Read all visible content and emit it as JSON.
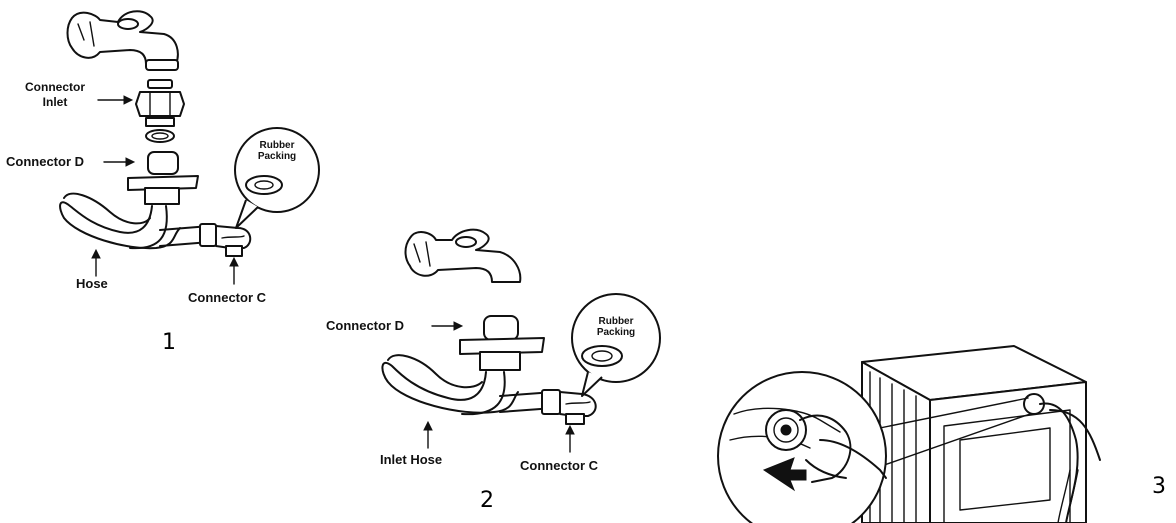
{
  "figure1": {
    "connector_inlet": "Connector\nInlet",
    "connector_d": "Connector D",
    "rubber_packing": "Rubber\nPacking",
    "hose": "Hose",
    "connector_c": "Connector C",
    "step": "1"
  },
  "figure2": {
    "connector_d": "Connector D",
    "rubber_packing": "Rubber\nPacking",
    "inlet_hose": "Inlet Hose",
    "connector_c": "Connector C",
    "step": "2"
  },
  "figure3": {
    "step": "3"
  }
}
